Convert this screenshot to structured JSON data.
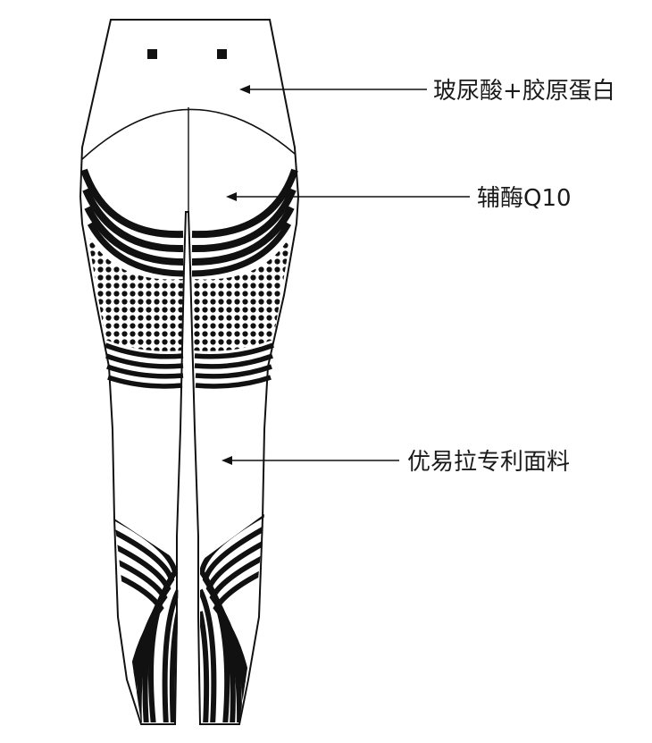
{
  "diagram": {
    "colors": {
      "ink": "#111111",
      "background": "#ffffff"
    },
    "callouts": [
      {
        "id": "waist",
        "label": "玻尿酸+胶原蛋白"
      },
      {
        "id": "hip",
        "label": "辅酶Q10"
      },
      {
        "id": "leg",
        "label": "优易拉专利面料"
      }
    ]
  }
}
